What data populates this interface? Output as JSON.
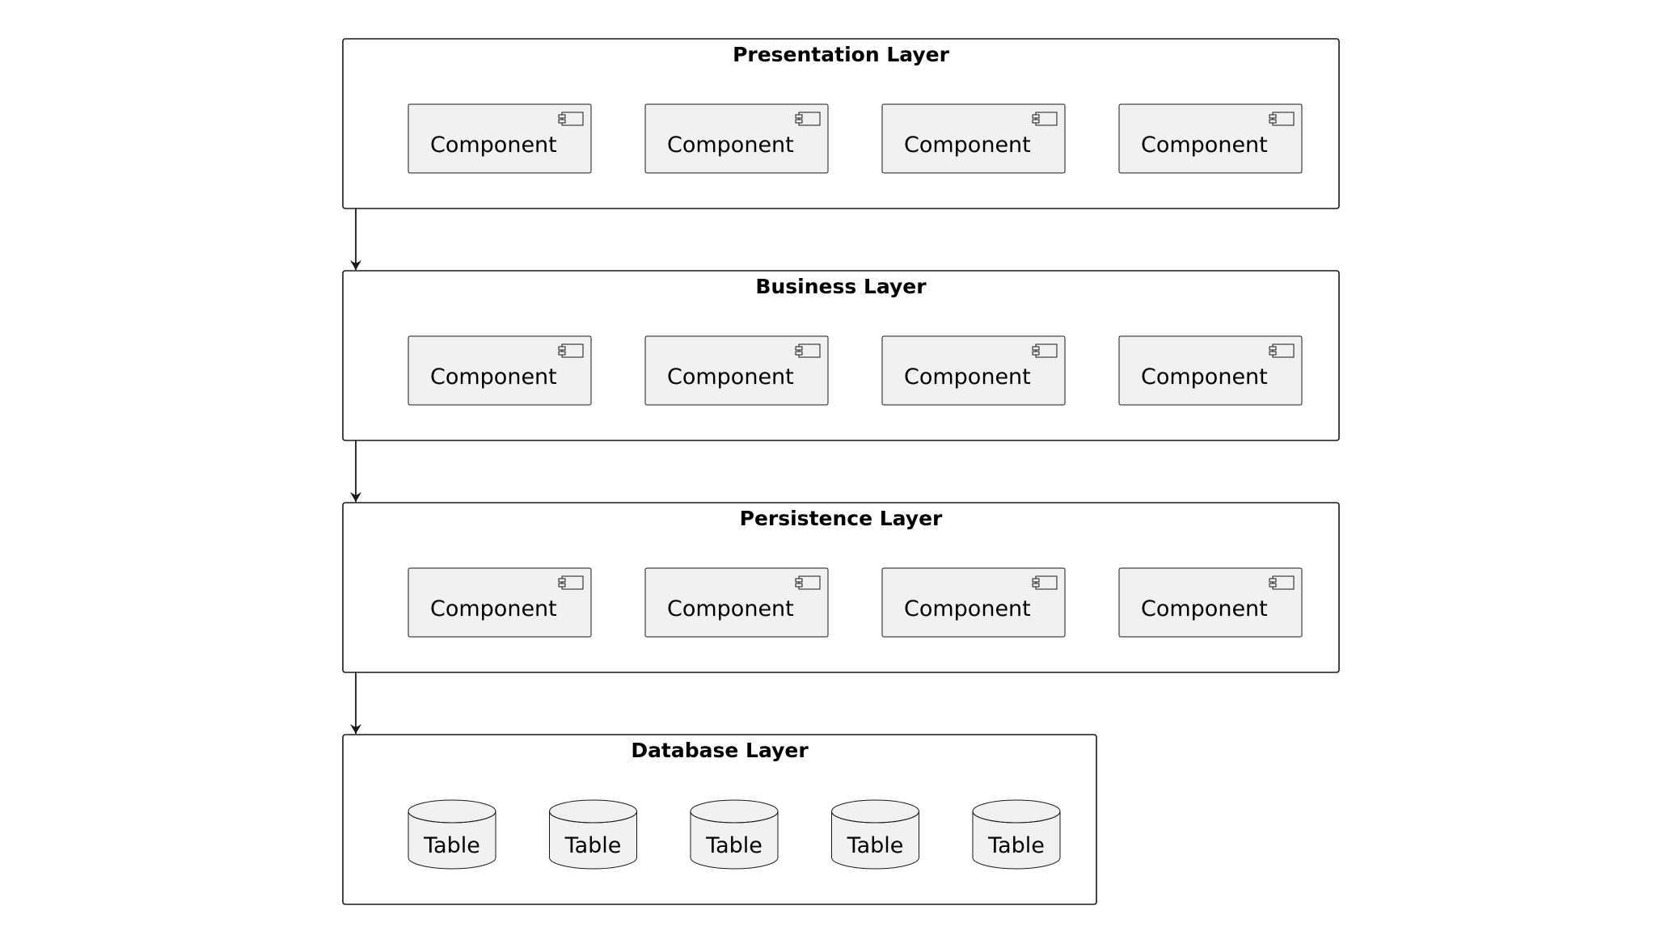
{
  "colors": {
    "frame_stroke": "#181818",
    "node_fill": "#f1f1f1",
    "arrow": "#181818",
    "background": "#ffffff"
  },
  "layers": [
    {
      "title": "Presentation Layer",
      "node_kind": "component",
      "node_icon": "component-icon",
      "items": [
        "Component",
        "Component",
        "Component",
        "Component"
      ]
    },
    {
      "title": "Business Layer",
      "node_kind": "component",
      "node_icon": "component-icon",
      "items": [
        "Component",
        "Component",
        "Component",
        "Component"
      ]
    },
    {
      "title": "Persistence Layer",
      "node_kind": "component",
      "node_icon": "component-icon",
      "items": [
        "Component",
        "Component",
        "Component",
        "Component"
      ]
    },
    {
      "title": "Database Layer",
      "node_kind": "database",
      "node_icon": "database-cylinder-icon",
      "items": [
        "Table",
        "Table",
        "Table",
        "Table",
        "Table"
      ]
    }
  ],
  "edges": [
    {
      "from": "Presentation Layer",
      "to": "Business Layer"
    },
    {
      "from": "Business Layer",
      "to": "Persistence Layer"
    },
    {
      "from": "Persistence Layer",
      "to": "Database Layer"
    }
  ]
}
